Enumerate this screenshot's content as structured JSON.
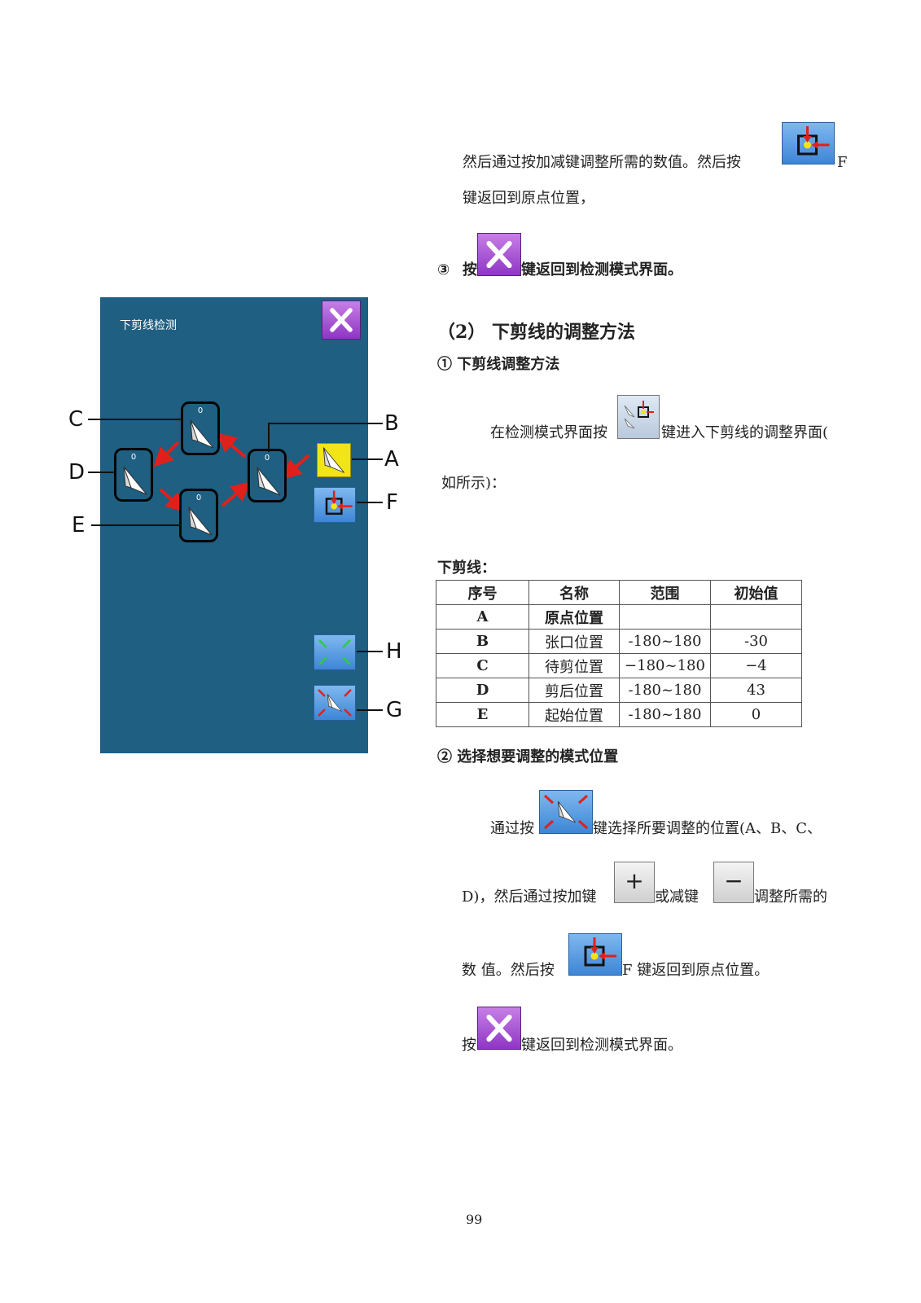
{
  "step_f": {
    "line1": "然后通过按加减键调整所需的数值。然后按",
    "suffix": "F",
    "line2": "键返回到原点位置，"
  },
  "step3": {
    "num": "③",
    "prefix": "按",
    "text": "键返回到检测模式界面。"
  },
  "panel": {
    "title": "下剪线检测",
    "node_value": "0",
    "callouts": {
      "A": "A",
      "B": "B",
      "C": "C",
      "D": "D",
      "E": "E",
      "F": "F",
      "G": "G",
      "H": "H"
    }
  },
  "section": {
    "heading": "（2） 下剪线的调整方法",
    "sub1": "① 下剪线调整方法",
    "enter_text_a": "在检测模式界面按",
    "enter_text_b": "键进入下剪线的调整界面(",
    "enter_text_c": "如所示)："
  },
  "table": {
    "caption": "下剪线：",
    "headers": [
      "序号",
      "名称",
      "范围",
      "初始值"
    ],
    "rows": [
      [
        "A",
        "原点位置",
        "",
        ""
      ],
      [
        "B",
        "张口位置",
        "-180~180",
        "-30"
      ],
      [
        "C",
        "待剪位置",
        "−180~180",
        "−4"
      ],
      [
        "D",
        "剪后位置",
        "-180~180",
        "43"
      ],
      [
        "E",
        "起始位置",
        "-180~180",
        "0"
      ]
    ]
  },
  "sub2": {
    "heading": "② 选择想要调整的模式位置",
    "line1_a": "通过按",
    "line1_b": "键选择所要调整的位置(A、B、C、",
    "line2_a": "D)，然后通过按加键",
    "line2_b": "或减键",
    "line2_c": "调整所需的",
    "line3_a": "数 值。然后按",
    "line3_b": "F 键返回到原点位置。",
    "line4_a": "按",
    "line4_b": "键返回到检测模式界面。"
  },
  "icons": {
    "plus": "+",
    "minus": "−"
  },
  "page_number": "99",
  "colors": {
    "panel": "#1e5f82",
    "arrow": "#e0201a",
    "accent_yellow": "#f2e417"
  }
}
